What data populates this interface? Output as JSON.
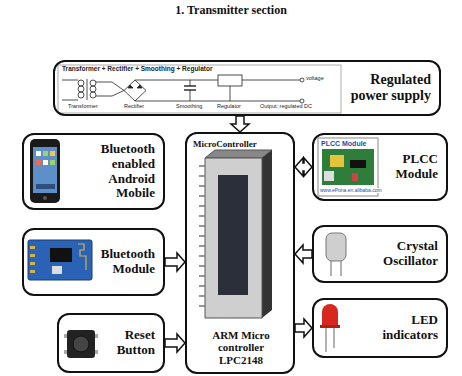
{
  "diagram": {
    "title": "1. Transmitter section",
    "nodes": [
      {
        "text": [
          "Regulated power supply"
        ]
      },
      {
        "text": [
          "MicroController",
          "ARM Micro controller LPC2148"
        ]
      },
      {
        "text": [
          "Bluetooth enabled Android Mobile"
        ]
      },
      {
        "text": [
          "Bluetooth Module"
        ]
      },
      {
        "text": [
          "Reset Button"
        ]
      },
      {
        "text": [
          "PLCC Module"
        ]
      },
      {
        "text": [
          "Crystal Oscillator"
        ]
      },
      {
        "text": [
          "LED indicators"
        ]
      }
    ],
    "edges": [
      {
        "from": 0,
        "to": 1,
        "arrow": "to"
      },
      {
        "from": 3,
        "to": 1,
        "arrow": "to"
      },
      {
        "from": 4,
        "to": 1,
        "arrow": "to"
      },
      {
        "from": 1,
        "to": 5,
        "arrow": "both"
      },
      {
        "from": 6,
        "to": 1,
        "arrow": "to"
      },
      {
        "from": 1,
        "to": 7,
        "arrow": "to"
      }
    ],
    "labels": [
      "Transformer + Rectifier + Smoothing + Regulator",
      "Transformer",
      "Rectifier",
      "Smoothing",
      "Regulator",
      "Output: regulated DC",
      "voltage",
      "PLCC Module",
      "www.ePona.en.alibaba.com"
    ]
  }
}
